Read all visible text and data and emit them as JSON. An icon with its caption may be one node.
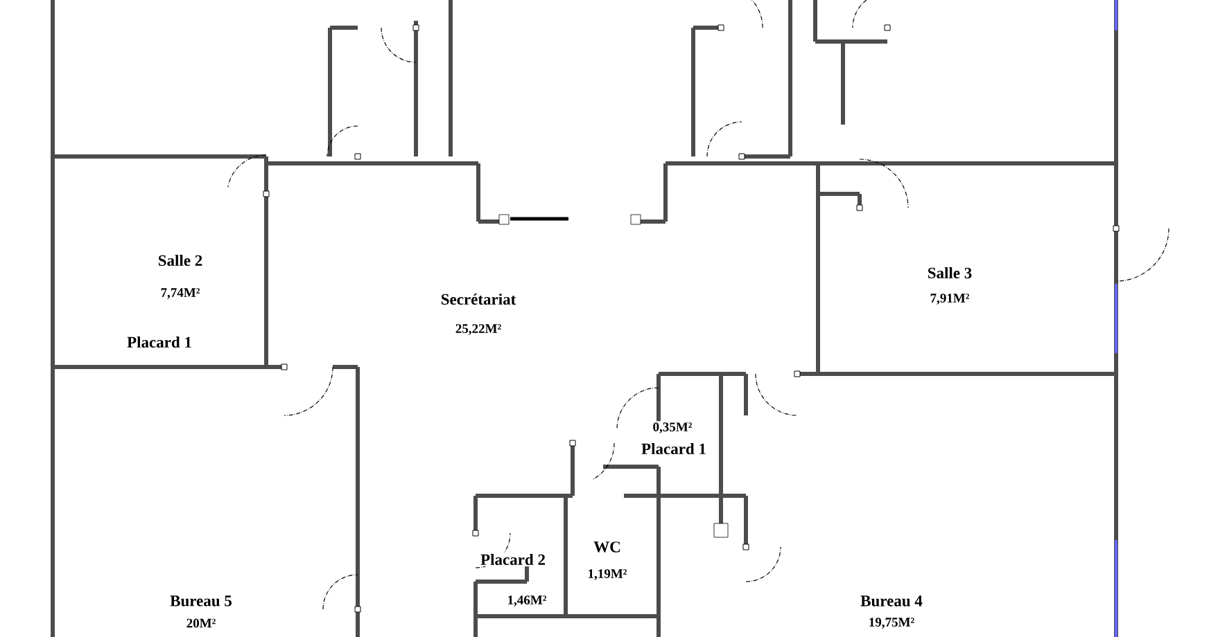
{
  "diagram": {
    "labels": [
      "Salle 2",
      "7,74M²",
      "Secrétariat",
      "25,22M²",
      "Salle 3",
      "7,91M²",
      "Placard 1",
      "0,35M²",
      "Placard 1",
      "Placard 2",
      "WC",
      "1,19M²",
      "1,46M²",
      "Bureau 5",
      "20M²",
      "Bureau 4",
      "19,75M²"
    ]
  }
}
